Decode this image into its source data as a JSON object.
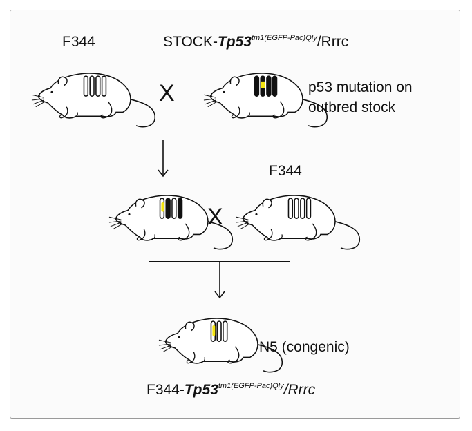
{
  "labels": {
    "top_left": "F344",
    "top_right_prefix": "STOCK-",
    "gene": "Tp53",
    "allele_sup": "tm1(EGFP-Pac)Qly",
    "top_right_suffix": "/Rrrc",
    "mutation_line1": "p53 mutation on",
    "mutation_line2": "outbred stock",
    "mid_right": "F344",
    "n5": "N5 (congenic)",
    "bottom_prefix": "F344-",
    "bottom_sup": "tm1(EGFP-Pac)Qly",
    "bottom_suffix": "/Rrrc"
  },
  "cross_symbols": [
    "X",
    "X"
  ],
  "colors": {
    "mutant_allele": "#f5e50f",
    "line": "#111111",
    "frame": "#9a9a9a"
  }
}
